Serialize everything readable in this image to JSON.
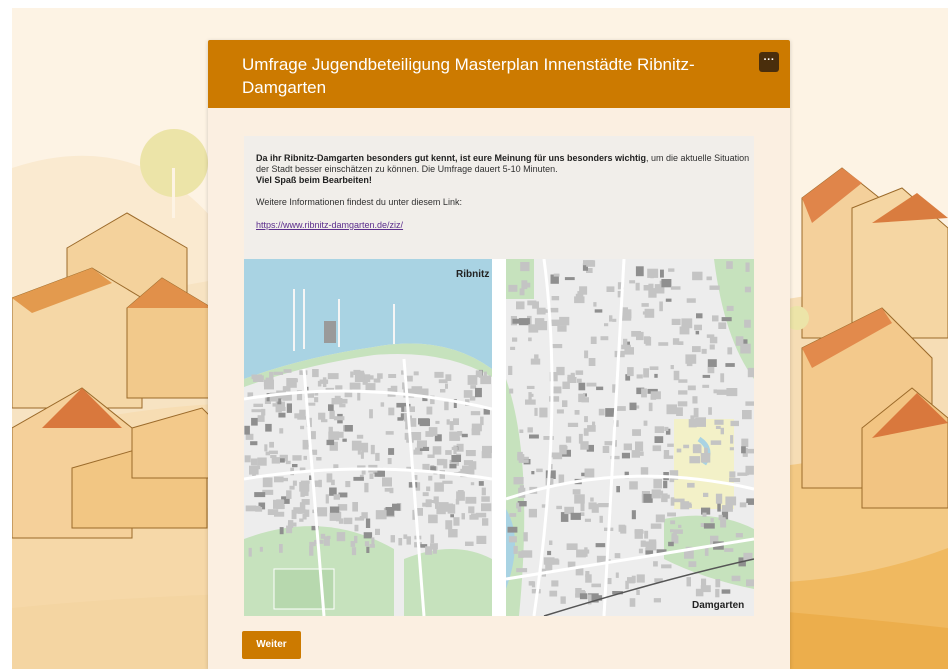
{
  "form": {
    "title": "Umfrage Jugendbeteiligung Masterplan Innenstädte Ribnitz-Damgarten",
    "more_label": "···",
    "next_label": "Weiter"
  },
  "intro": {
    "bold_lead": "Da ihr Ribnitz-Damgarten besonders gut kennt, ist eure Meinung für uns besonders wichtig",
    "rest": ", um die aktuelle Situation der Stadt besser einschätzen zu können. Die Umfrage dauert 5-10 Minuten.",
    "fun": "Viel Spaß beim Bearbeiten!",
    "more_info": "Weitere Informationen findest du unter diesem Link:",
    "link": "https://www.ribnitz-damgarten.de/ziz/"
  },
  "maps": {
    "left_label": "Ribnitz",
    "right_label": "Damgarten"
  },
  "colors": {
    "accent": "#cc7a00",
    "card_bg": "#fbefe1",
    "water": "#a9d3e3",
    "green": "#c6e2bd"
  }
}
